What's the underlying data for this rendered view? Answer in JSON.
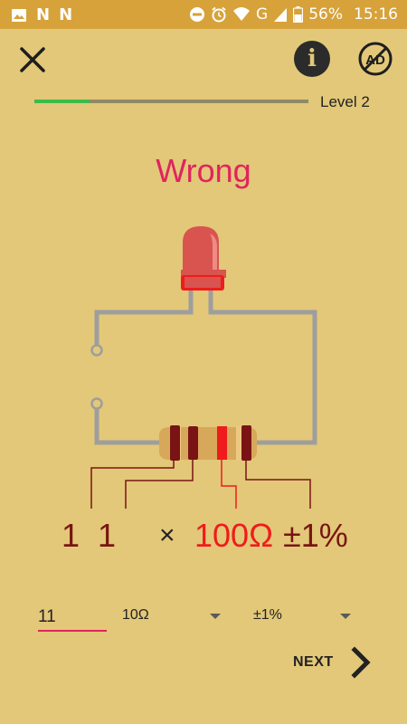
{
  "status_bar": {
    "notif_letter_1": "N",
    "notif_letter_2": "N",
    "network": "G",
    "battery": "56%",
    "time": "15:16"
  },
  "toolbar": {
    "close_icon": "close-icon",
    "info_icon": "info-icon",
    "info_glyph": "i",
    "no_ads_icon": "no-ads-icon",
    "no_ads_text": "AD"
  },
  "progress": {
    "fraction": 0.2,
    "level_label": "Level 2"
  },
  "result": {
    "text": "Wrong",
    "color": "#e0245e"
  },
  "resistor_value": {
    "digit_1": "1",
    "digit_2": "1",
    "times": "×",
    "multiplier": "100Ω",
    "tolerance": "±1%"
  },
  "colors": {
    "background": "#e2c878",
    "status_bar": "#d7a23a",
    "brown_band": "#7a1414",
    "red_band": "#ee1c1c",
    "wire": "#9e9e9e",
    "led": "#d9534f",
    "progress_fill": "#3dbb4a"
  },
  "form": {
    "digit_input_value": "11",
    "multiplier_select": "10Ω",
    "tolerance_select": "±1%"
  },
  "next": {
    "label": "NEXT",
    "icon": "chevron-right-icon"
  }
}
